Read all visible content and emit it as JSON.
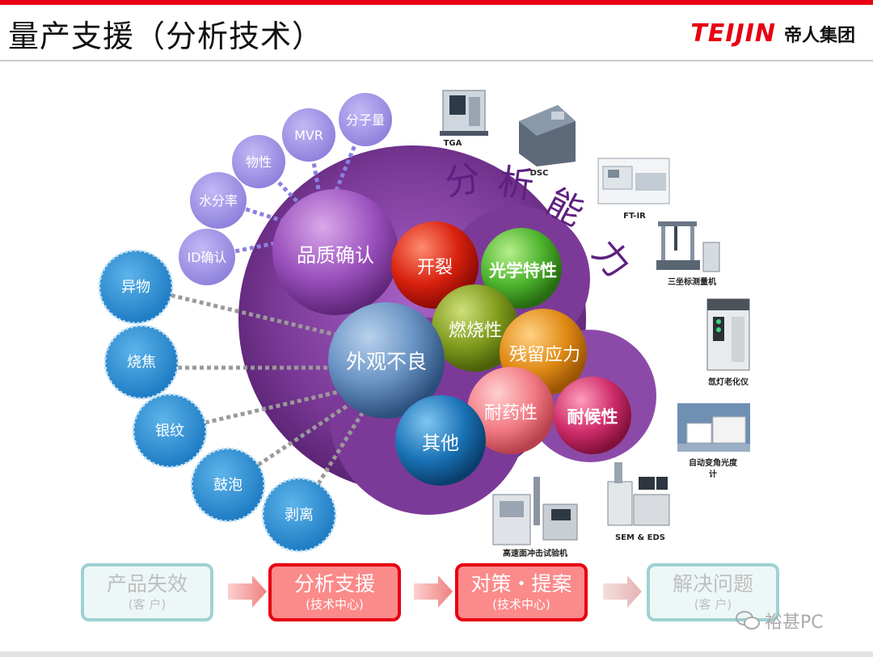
{
  "header": {
    "title": "量产支援（分析技术）",
    "logo_word": "TEIJIN",
    "logo_cn": "帝人集团"
  },
  "colors": {
    "accent_red": "#e60012",
    "purple": "#7a3a96",
    "light_purple": "#a79be6",
    "blue_bubble": "#2f8fd0"
  },
  "diagram": {
    "heading": "分析能力",
    "quality_items": [
      "分子量",
      "MVR",
      "物性",
      "水分率",
      "ID确认"
    ],
    "defect_items": [
      "异物",
      "烧焦",
      "银纹",
      "鼓泡",
      "剥离"
    ],
    "spheres": {
      "quality": "品质确认",
      "appearance": "外观不良",
      "crack": "开裂",
      "optical": "光学特性",
      "burn": "燃烧性",
      "residual": "残留应力",
      "chemical": "耐药性",
      "weather": "耐候性",
      "other": "其他"
    },
    "equipment": [
      "TGA",
      "DSC",
      "FT-IR",
      "三坐标测量机",
      "氙灯老化仪",
      "自动变角光度计",
      "SEM & EDS",
      "高速面冲击试验机"
    ]
  },
  "flow": [
    {
      "title": "产品失效",
      "sub": "(客 户)"
    },
    {
      "title": "分析支援",
      "sub": "(技术中心)"
    },
    {
      "title": "对策・提案",
      "sub": "(技术中心)"
    },
    {
      "title": "解决问题",
      "sub": "(客 户)"
    }
  ],
  "watermark": "裕甚PC"
}
